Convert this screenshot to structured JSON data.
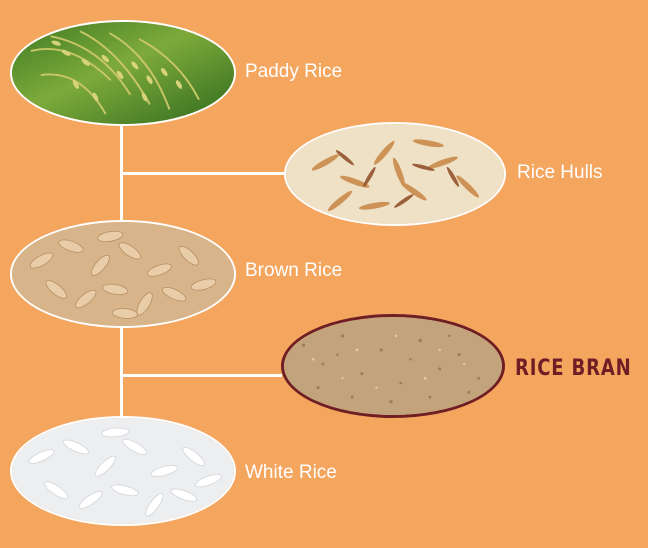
{
  "nodes": {
    "paddy": {
      "label": "Paddy Rice"
    },
    "hulls": {
      "label": "Rice Hulls"
    },
    "brown": {
      "label": "Brown Rice"
    },
    "bran": {
      "label": "RICE BRAN"
    },
    "white": {
      "label": "White Rice"
    }
  },
  "colors": {
    "background": "#F4A55E",
    "connector": "#FFFFFF",
    "label": "#FFFFFF",
    "highlight": "#6E1E24"
  }
}
